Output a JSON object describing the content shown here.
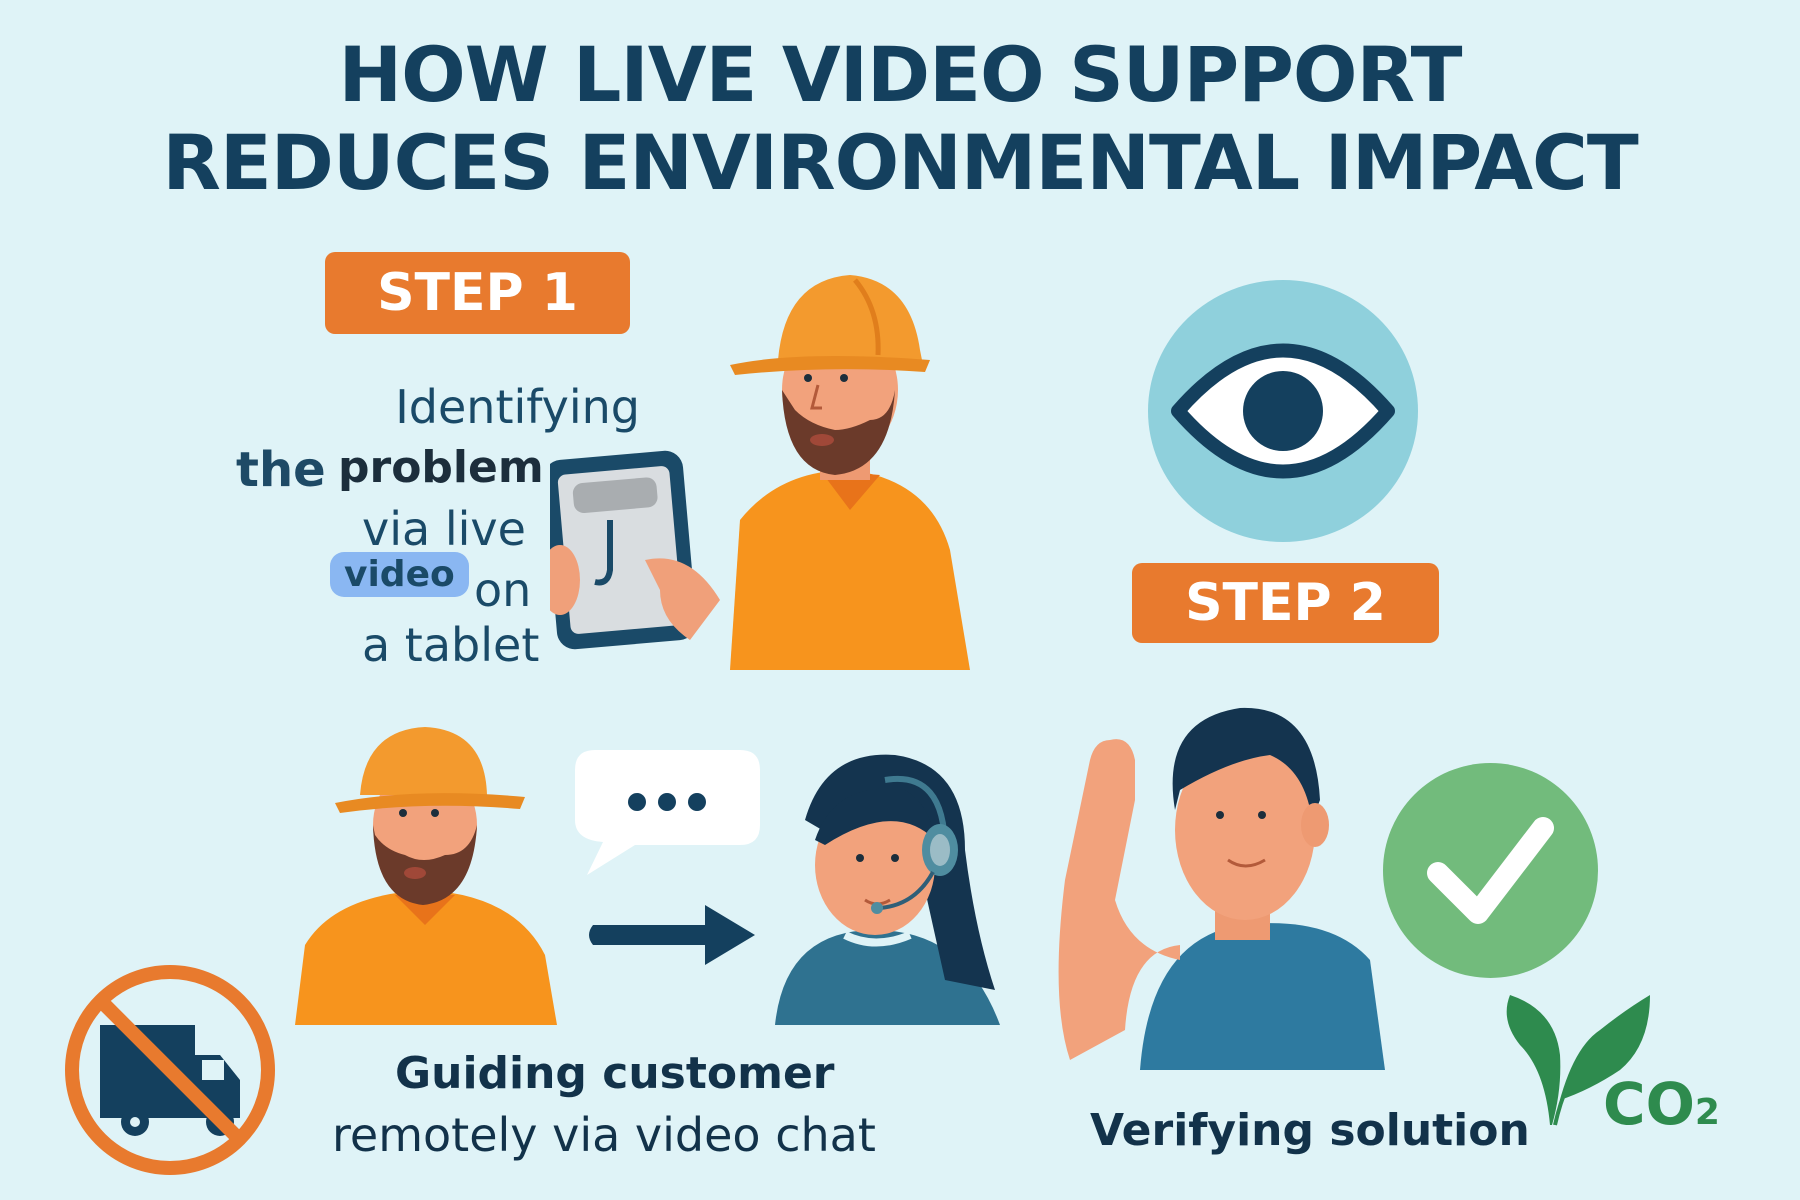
{
  "title": {
    "line1": "HOW LIVE VIDEO SUPPORT",
    "line2": "REDUCES ENVIRONMENTAL IMPACT"
  },
  "step1": {
    "badge": "STEP 1",
    "text": {
      "line1": "Identifying",
      "line2a": "the",
      "line2b": "problem",
      "line3": "via live",
      "line4_highlight": "video",
      "line4_rest": "on",
      "line5": "a tablet"
    },
    "icon": "worker-with-tablet"
  },
  "step2": {
    "badge": "STEP 2",
    "icon": "eye-icon"
  },
  "step3": {
    "caption_line1": "Guiding customer",
    "caption_line2": "remotely via video chat",
    "icons": [
      "worker",
      "speech-bubble",
      "arrow-right",
      "support-agent-headset",
      "no-truck"
    ]
  },
  "step4": {
    "caption": "Verifying solution",
    "icons": [
      "happy-customer",
      "checkmark-circle",
      "leaf-co2"
    ],
    "co2_label": "CO",
    "co2_sub": "2"
  },
  "colors": {
    "background": "#dff3f7",
    "navy": "#14405e",
    "orange": "#e87a2e",
    "highlight": "#8ab7f2",
    "green_check": "#6cb878",
    "leaf_green": "#2e8b4e",
    "eye_circle": "#8fd0dc"
  }
}
